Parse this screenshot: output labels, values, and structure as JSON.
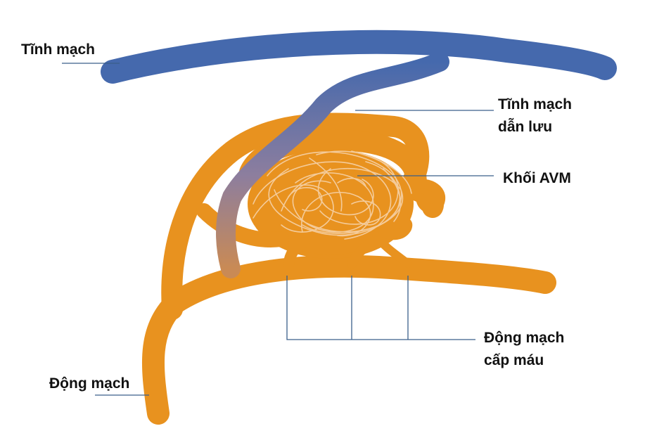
{
  "labels": {
    "vein": "Tĩnh mạch",
    "draining_vein_line1": "Tĩnh mạch",
    "draining_vein_line2": "dẫn lưu",
    "avm_nidus": "Khối AVM",
    "feeding_artery_line1": "Động mạch",
    "feeding_artery_line2": "cấp máu",
    "artery": "Động mạch"
  },
  "colors": {
    "vein": "#4569ad",
    "artery": "#e8921f",
    "nidus_strands": "#f6d2a8",
    "leader_line": "#3a5f8a",
    "text": "#111111"
  }
}
